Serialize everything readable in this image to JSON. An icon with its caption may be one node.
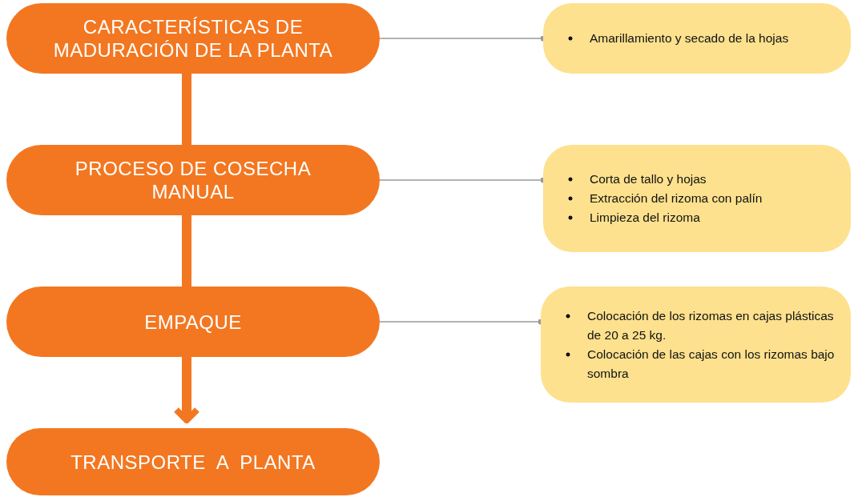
{
  "diagram": {
    "nodes": [
      {
        "text": [
          "CARACTERÍSTICAS DE MADURACIÓN DE LA PLANTA"
        ]
      },
      {
        "text": [
          "PROCESO DE COSECHA MANUAL"
        ]
      },
      {
        "text": [
          "EMPAQUE"
        ]
      },
      {
        "text": [
          "TRANSPORTE  A  PLANTA"
        ]
      },
      {
        "text": [
          "Amarillamiento y secado de la hojas"
        ]
      },
      {
        "text": [
          "Corta de tallo y  hojas",
          "Extracción del rizoma con palín",
          "Limpieza del rizoma"
        ]
      },
      {
        "text": [
          "Colocación de los rizomas en cajas plásticas de 20 a 25 kg.",
          "Colocación de las cajas con los rizomas bajo sombra"
        ]
      }
    ],
    "edges": [
      {
        "from": 0,
        "to": 1,
        "arrow": "none",
        "style": "thick",
        "color": "#f37721"
      },
      {
        "from": 1,
        "to": 2,
        "arrow": "none",
        "style": "thick",
        "color": "#f37721"
      },
      {
        "from": 2,
        "to": 3,
        "arrow": "to",
        "style": "thick",
        "color": "#f37721"
      },
      {
        "from": 0,
        "to": 4,
        "arrow": "other",
        "color": "#999999"
      },
      {
        "from": 1,
        "to": 5,
        "arrow": "other",
        "color": "#999999"
      },
      {
        "from": 2,
        "to": 6,
        "arrow": "other",
        "color": "#999999"
      }
    ]
  }
}
